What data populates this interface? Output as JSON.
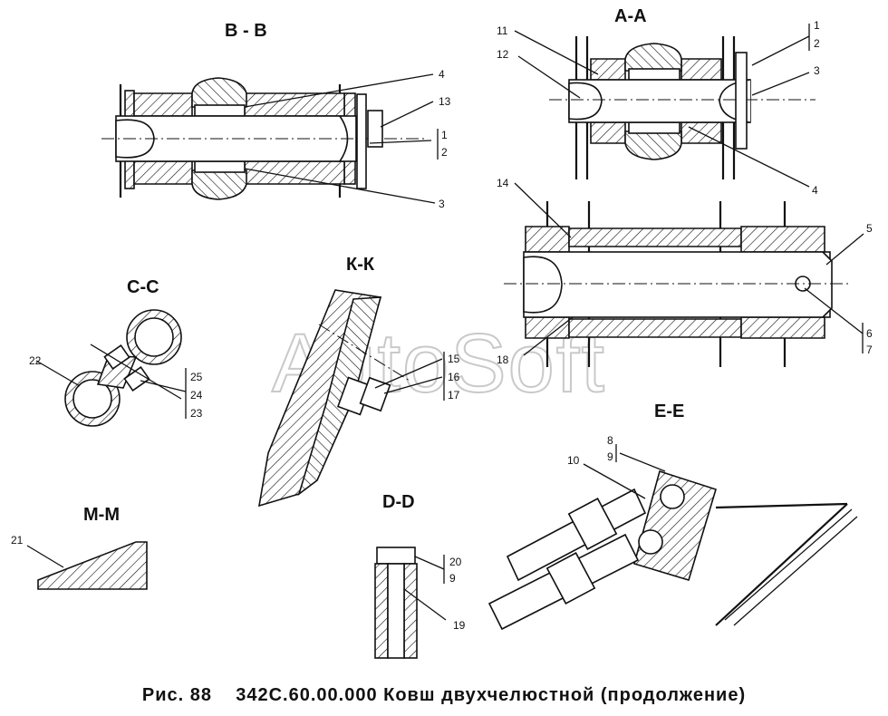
{
  "watermark": "AutoSoft",
  "caption": {
    "prefix": "Рис. 88",
    "text": "342С.60.00.000 Ковш двухчелюстной (продолжение)"
  },
  "sections": {
    "bb": "В - В",
    "aa": "А-А",
    "cc": "С-С",
    "kk": "К-К",
    "mm": "М-М",
    "dd": "D-D",
    "ee": "Е-Е"
  },
  "labels": {
    "bb": {
      "l4": "4",
      "l13": "13",
      "l1": "1",
      "l2": "2",
      "l3": "3"
    },
    "aa": {
      "l11": "11",
      "l12": "12",
      "l1": "1",
      "l2": "2",
      "l3": "3",
      "l4": "4"
    },
    "mid": {
      "l14": "14",
      "l5": "5",
      "l6": "6",
      "l7": "7",
      "l18": "18"
    },
    "cc": {
      "l22": "22",
      "l25": "25",
      "l24": "24",
      "l23": "23"
    },
    "kk": {
      "l15": "15",
      "l16": "16",
      "l17": "17"
    },
    "mm": {
      "l21": "21"
    },
    "dd": {
      "l20": "20",
      "l9": "9",
      "l19": "19"
    },
    "ee": {
      "l8": "8",
      "l9": "9",
      "l10": "10"
    }
  }
}
